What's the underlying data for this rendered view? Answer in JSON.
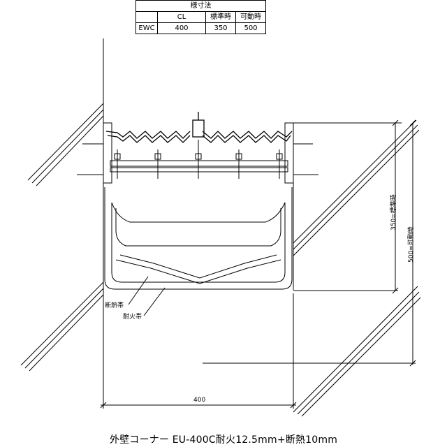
{
  "spec_table": {
    "title": "様寸法",
    "headers": [
      "",
      "CL",
      "標準時",
      "可動時"
    ],
    "rows": [
      {
        "label": "EWC",
        "cl": "400",
        "standard": "350",
        "movable": "500"
      }
    ]
  },
  "labels": {
    "insulation": "断熱帯",
    "fireproof": "耐火帯",
    "dim_standard": "350=標準時",
    "dim_movable": "500=可動時",
    "dim_width": "400"
  },
  "caption": "外壁コーナー EU-400C耐火12.5mm+断熱10mm"
}
